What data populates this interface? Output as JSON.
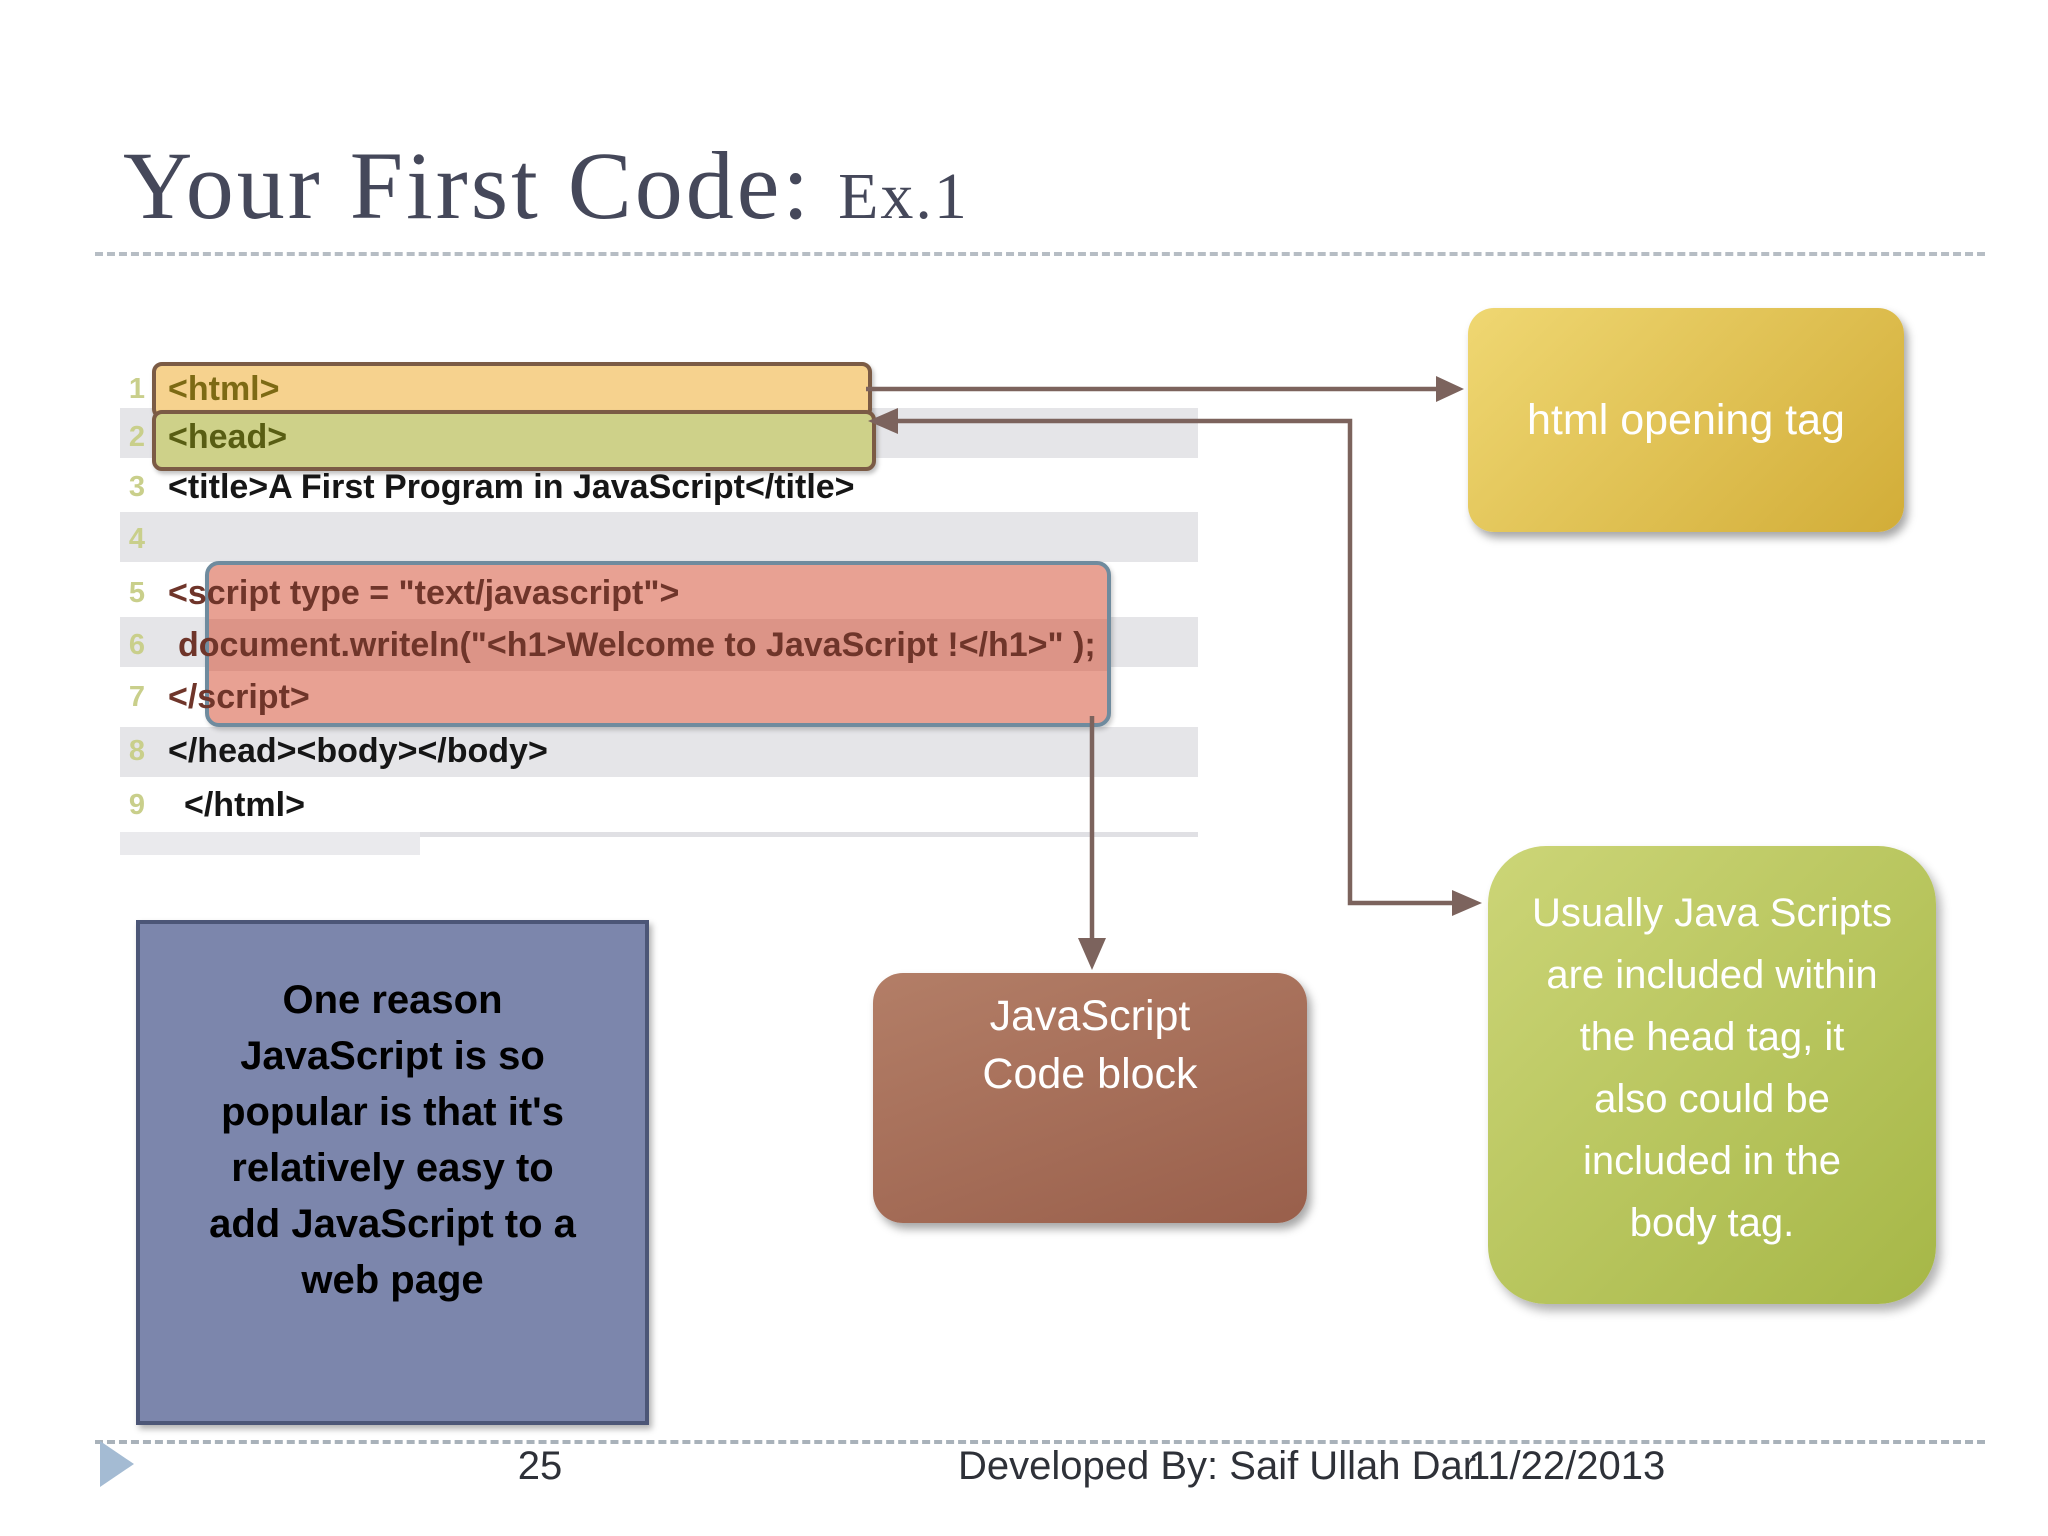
{
  "slide": {
    "title": "Your First Code:",
    "title_suffix": "Ex.1"
  },
  "code": {
    "lines": [
      {
        "num": "1",
        "text": "<html>"
      },
      {
        "num": "2",
        "text": "<head>"
      },
      {
        "num": "3",
        "text": "<title>A First Program in JavaScript</title>"
      },
      {
        "num": "4",
        "text": ""
      },
      {
        "num": "5",
        "text": "<script type = \"text/javascript\">"
      },
      {
        "num": "6",
        "text": "document.writeln(\"<h1>Welcome to JavaScript !</h1>\" );"
      },
      {
        "num": "7",
        "text": "</script>"
      },
      {
        "num": "8",
        "text": "</head><body></body>"
      },
      {
        "num": "9",
        "text": "</html>"
      }
    ]
  },
  "callouts": {
    "yellow": {
      "label": "html opening tag"
    },
    "green": {
      "lines": [
        "Usually Java Scripts",
        "are included within",
        "the head tag, it",
        "also could be",
        "included in the",
        "body tag."
      ]
    },
    "brown": {
      "lines": [
        "JavaScript",
        "Code block"
      ]
    },
    "blue": {
      "lines": [
        "One reason",
        "JavaScript is so",
        "popular is that it's",
        "relatively easy to",
        "add JavaScript to a",
        "web page"
      ]
    }
  },
  "footer": {
    "page_number": "25",
    "credit": "Developed By: Saif Ullah Dar",
    "date": "11/22/2013"
  },
  "colors": {
    "title_text": "#45485a",
    "html_highlight": "#f6d28e",
    "head_highlight": "#ced189",
    "script_highlight": "#e8a193",
    "highlight_border_brown": "#7b5b45",
    "script_border_blue": "#6f8b9e",
    "row_stripe": "#e5e5e8",
    "line_number": "#c9cf8b",
    "code_script_text": "#6f352a",
    "arrow": "#7c635d",
    "callout_yellow": "#d2ad38",
    "callout_green": "#a6b747",
    "callout_brown": "#995f4b",
    "callout_blue": "#7c86ac",
    "callout_blue_border": "#4c5677",
    "footer_triangle": "#a4bbd3"
  }
}
